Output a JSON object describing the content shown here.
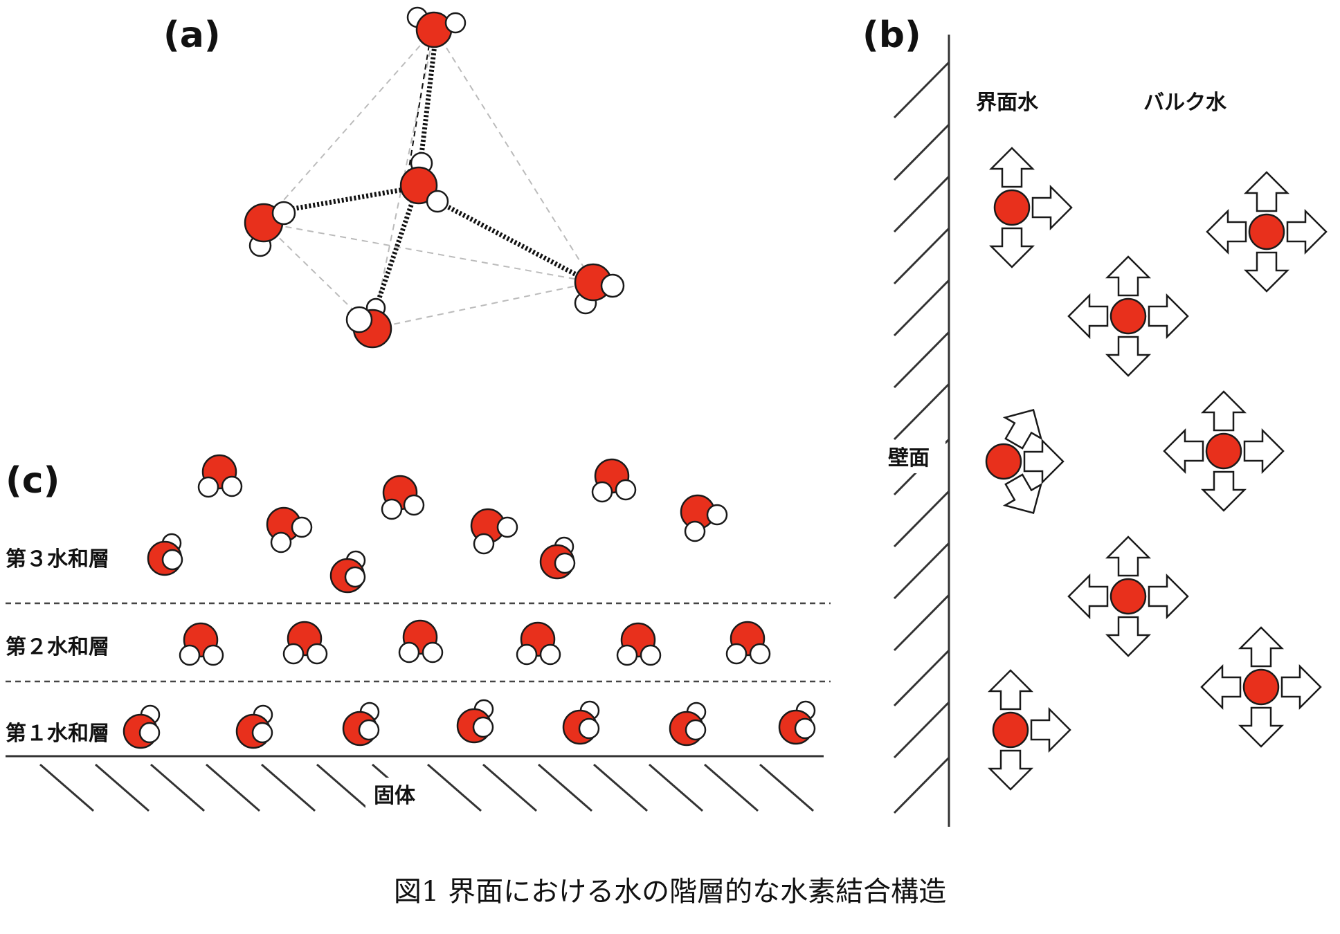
{
  "panels": {
    "a": {
      "label": "(a)"
    },
    "b": {
      "label": "(b)",
      "interface_label": "界面水",
      "bulk_label": "バルク水",
      "wall_label": "壁面"
    },
    "c": {
      "label": "(c)",
      "layer3": "第３水和層",
      "layer2": "第２水和層",
      "layer1": "第１水和層",
      "solid_label": "固体"
    }
  },
  "caption": "図1  界面における水の階層的な水素結合構造",
  "colors": {
    "oxygen": "#e8301c",
    "hydrogen": "#ffffff",
    "outline": "#1a1a1a",
    "guide": "#bbbbbb",
    "layer_divider": "#444444"
  }
}
